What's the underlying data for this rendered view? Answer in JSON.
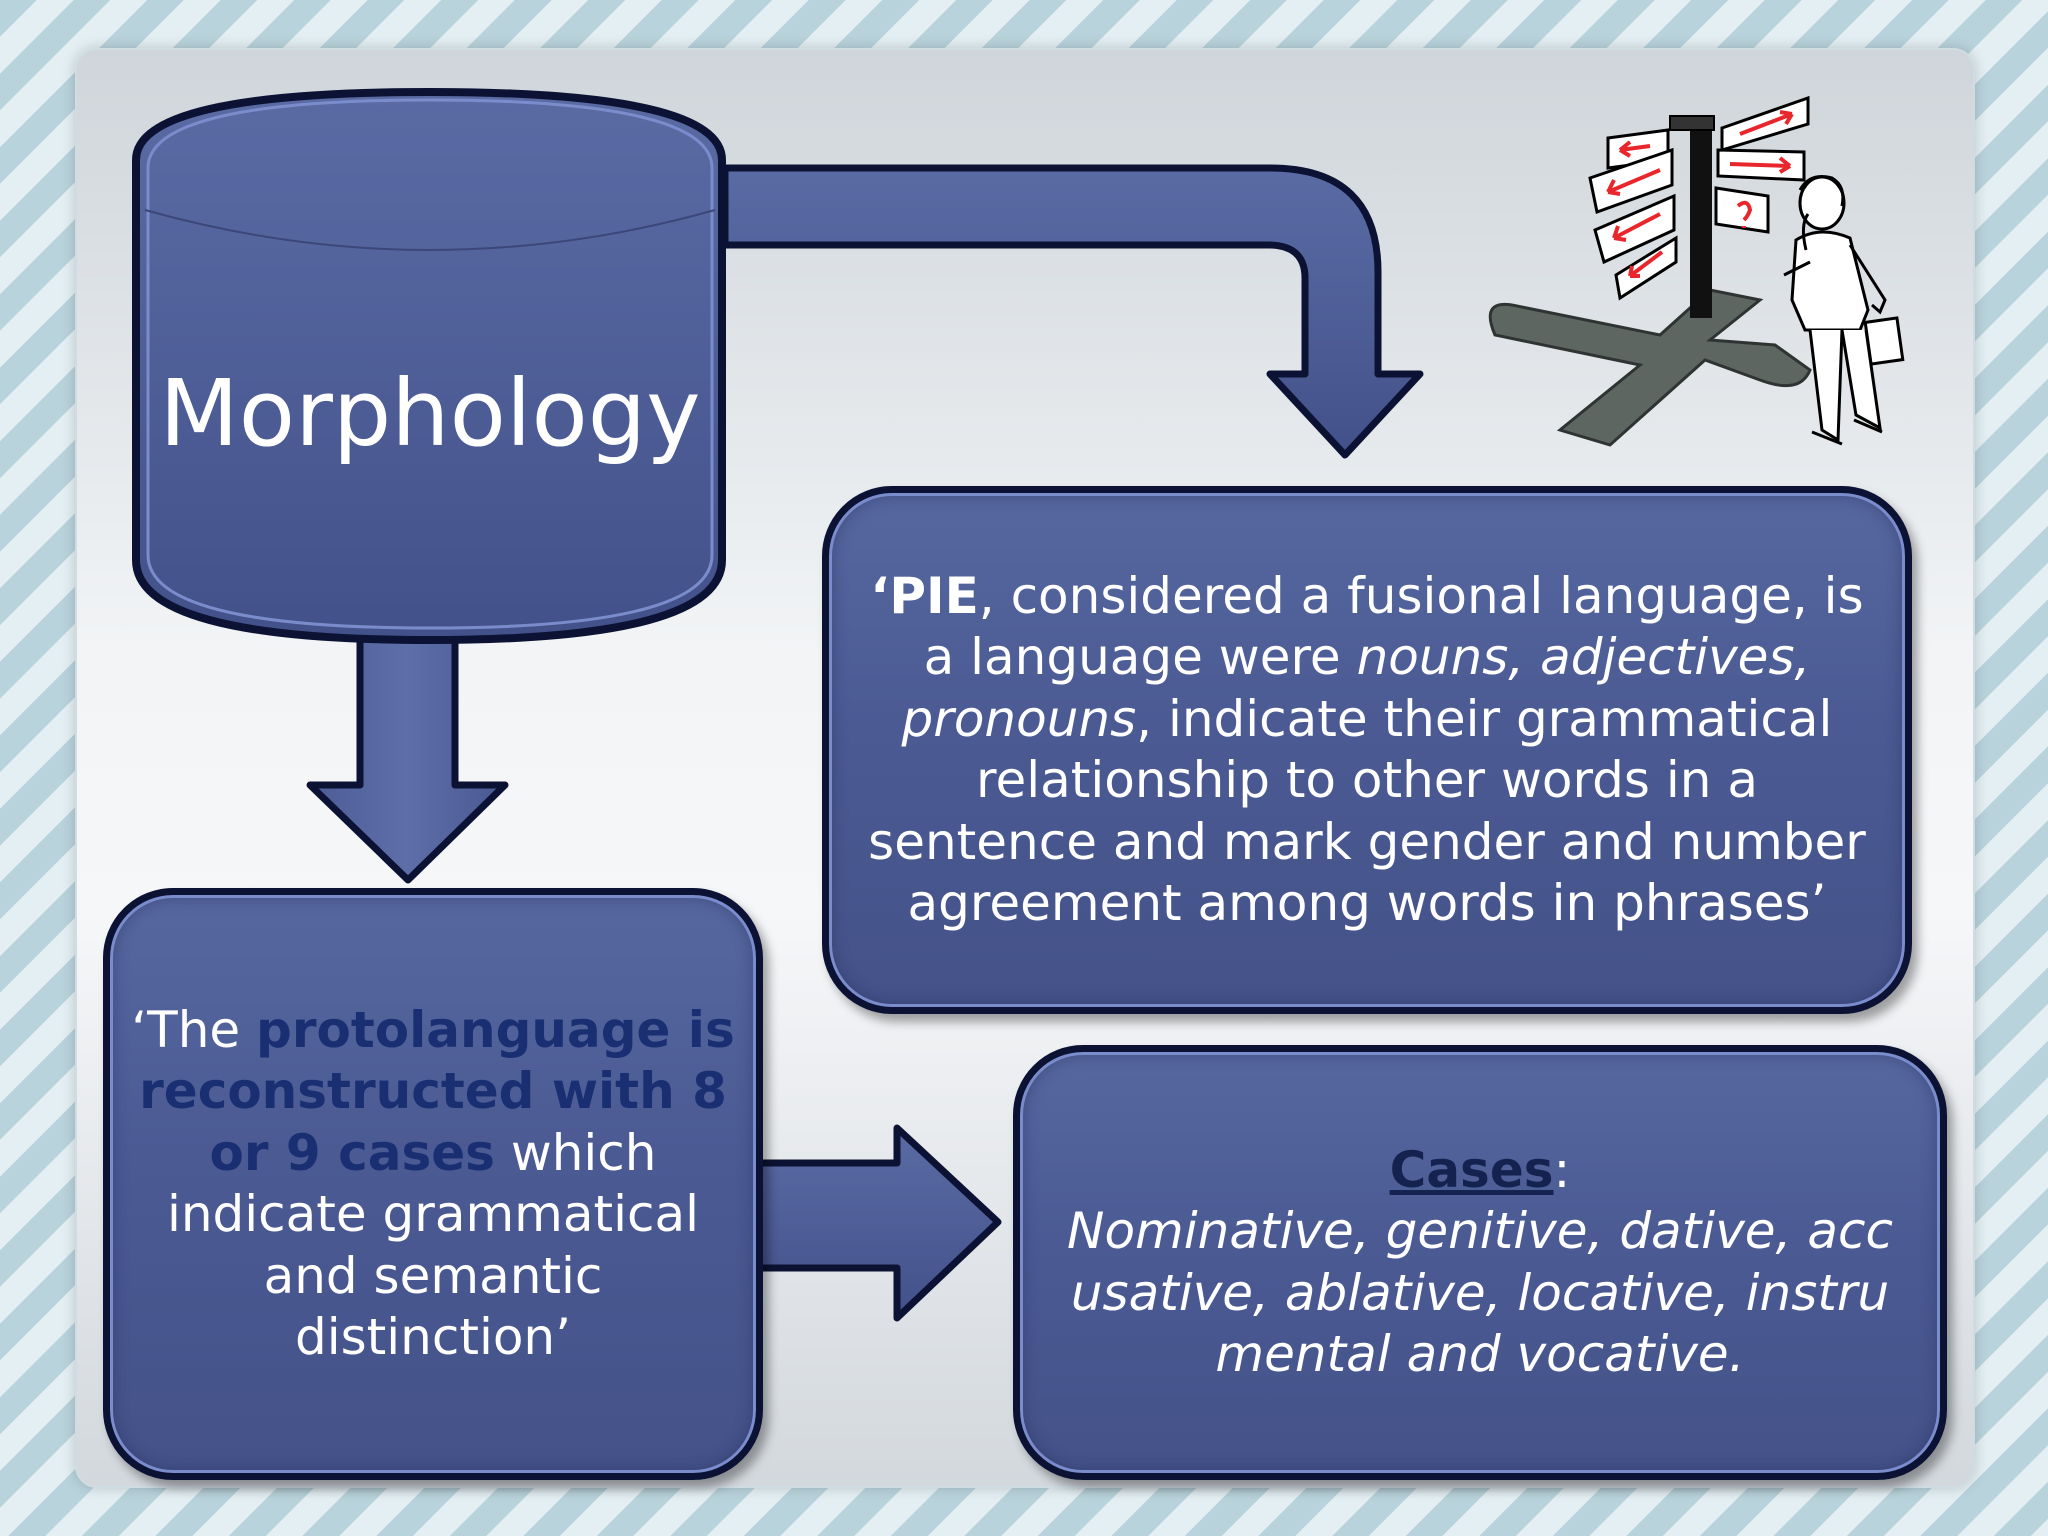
{
  "diagram": {
    "morphology_label": "Morphology",
    "pie_box": {
      "open_quote_bold": "‘PIE",
      "part1": ", considered a fusional language, is a language were ",
      "italic1": "nouns, adjectives, pronouns",
      "part2": ", indicate their grammatical relationship to other words in a sentence and mark gender and number agreement among words in phrases’"
    },
    "proto_box": {
      "open": "‘The ",
      "bold": "protolanguage is reconstructed with 8 or 9 cases",
      "rest": " which indicate grammatical and semantic distinction’"
    },
    "cases_box": {
      "heading": "Cases",
      "colon": ":",
      "list": "Nominative, genitive, dative, accusative, ablative, locative, instrumental and vocative."
    }
  },
  "colors": {
    "box_fill": "#4b5a93",
    "box_border": "#0c1233",
    "emphasis_text": "#1a2e72",
    "sign_arrow": "#e8262b"
  }
}
